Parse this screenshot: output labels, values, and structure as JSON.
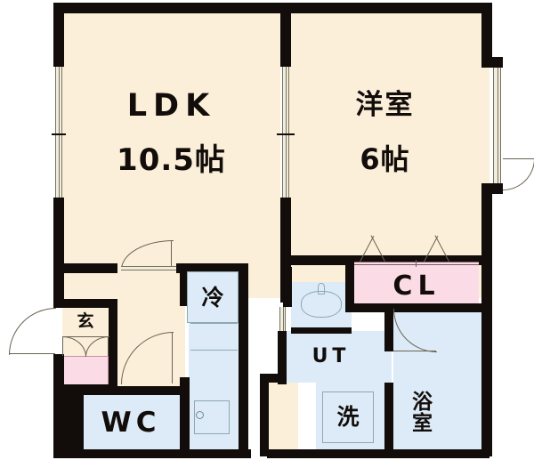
{
  "plan": {
    "type": "japanese-floor-plan",
    "layout_code": "1LDK",
    "colors": {
      "wall": "#120d0a",
      "room_fill": "#fbefd9",
      "water_area_fill": "#dcebf7",
      "closet_fill": "#fbdce6",
      "fixture_outline": "#8fa7b5",
      "door_line": "#6b6354",
      "background": "#ffffff"
    }
  },
  "rooms": {
    "ldk": {
      "name": "LDK",
      "area": "10.5帖",
      "area_value": 10.5,
      "unit": "帖"
    },
    "western_room": {
      "name": "洋室",
      "area": "6帖",
      "area_value": 6,
      "unit": "帖"
    },
    "closet": {
      "name": "CL"
    },
    "toilet": {
      "name": "WC"
    },
    "utility": {
      "name": "UT"
    },
    "bathroom": {
      "name": "浴室"
    },
    "entrance": {
      "name": "玄"
    }
  },
  "fixtures": {
    "refrigerator": {
      "name": "冷"
    },
    "washing_machine": {
      "name": "洗"
    },
    "kitchen_sink": {
      "name": "kitchen-sink"
    },
    "toilet_bowl": {
      "name": "toilet-fixture"
    },
    "shoe_box": {
      "name": "shoe-box"
    }
  }
}
